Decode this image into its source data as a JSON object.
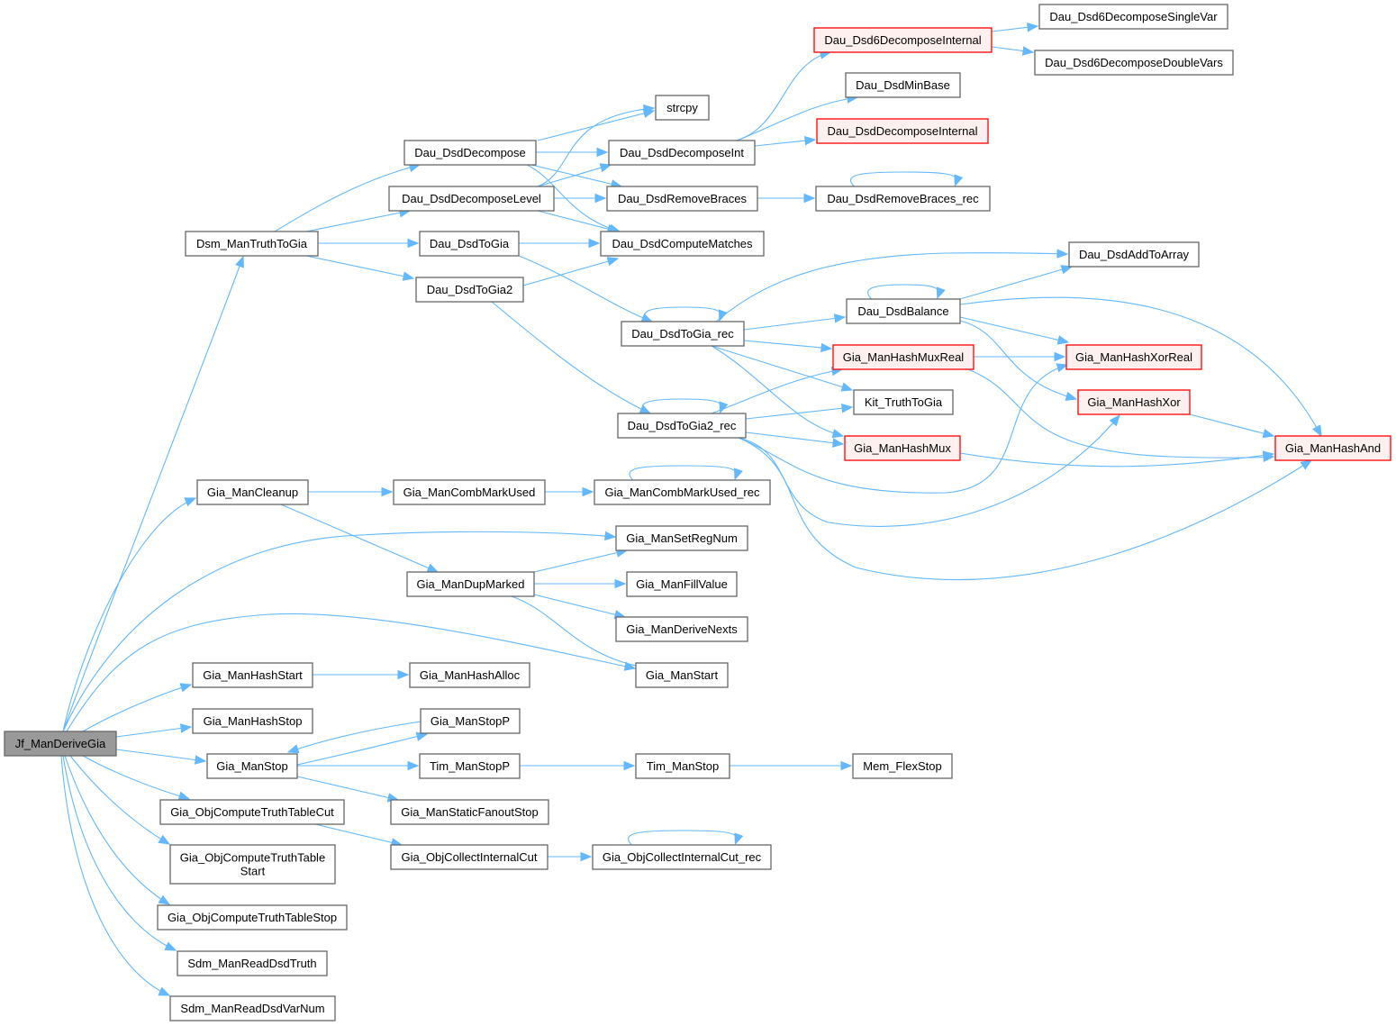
{
  "graph": {
    "type": "call-graph",
    "root": "Jf_ManDeriveGia",
    "colors": {
      "edge": "#63b8ff",
      "node_border": "#666666",
      "node_fill": "#ffffff",
      "root_fill": "#999999",
      "truncated_border": "#ff0000",
      "truncated_fill": "#fff0f0"
    },
    "nodes": [
      {
        "id": "Jf_ManDeriveGia",
        "label": [
          "Jf_ManDeriveGia"
        ],
        "style": "root"
      },
      {
        "id": "Dsm_ManTruthToGia",
        "label": [
          "Dsm_ManTruthToGia"
        ],
        "style": "normal"
      },
      {
        "id": "Gia_ManCleanup",
        "label": [
          "Gia_ManCleanup"
        ],
        "style": "normal"
      },
      {
        "id": "Gia_ManHashStart",
        "label": [
          "Gia_ManHashStart"
        ],
        "style": "normal"
      },
      {
        "id": "Gia_ManHashStop",
        "label": [
          "Gia_ManHashStop"
        ],
        "style": "normal"
      },
      {
        "id": "Gia_ManStop",
        "label": [
          "Gia_ManStop"
        ],
        "style": "normal"
      },
      {
        "id": "Gia_ObjComputeTruthTableCut",
        "label": [
          "Gia_ObjComputeTruthTableCut"
        ],
        "style": "normal"
      },
      {
        "id": "Gia_ObjComputeTruthTableStart",
        "label": [
          "Gia_ObjComputeTruthTable",
          "Start"
        ],
        "style": "normal"
      },
      {
        "id": "Gia_ObjComputeTruthTableStop",
        "label": [
          "Gia_ObjComputeTruthTableStop"
        ],
        "style": "normal"
      },
      {
        "id": "Sdm_ManReadDsdTruth",
        "label": [
          "Sdm_ManReadDsdTruth"
        ],
        "style": "normal"
      },
      {
        "id": "Sdm_ManReadDsdVarNum",
        "label": [
          "Sdm_ManReadDsdVarNum"
        ],
        "style": "normal"
      },
      {
        "id": "Dau_DsdDecompose",
        "label": [
          "Dau_DsdDecompose"
        ],
        "style": "normal"
      },
      {
        "id": "Dau_DsdDecomposeLevel",
        "label": [
          "Dau_DsdDecomposeLevel"
        ],
        "style": "normal"
      },
      {
        "id": "Dau_DsdToGia",
        "label": [
          "Dau_DsdToGia"
        ],
        "style": "normal"
      },
      {
        "id": "Dau_DsdToGia2",
        "label": [
          "Dau_DsdToGia2"
        ],
        "style": "normal"
      },
      {
        "id": "Gia_ManCombMarkUsed",
        "label": [
          "Gia_ManCombMarkUsed"
        ],
        "style": "normal"
      },
      {
        "id": "Gia_ManDupMarked",
        "label": [
          "Gia_ManDupMarked"
        ],
        "style": "normal"
      },
      {
        "id": "Gia_ManHashAlloc",
        "label": [
          "Gia_ManHashAlloc"
        ],
        "style": "normal"
      },
      {
        "id": "Gia_ManStopP",
        "label": [
          "Gia_ManStopP"
        ],
        "style": "normal"
      },
      {
        "id": "Tim_ManStopP",
        "label": [
          "Tim_ManStopP"
        ],
        "style": "normal"
      },
      {
        "id": "Gia_ManStaticFanoutStop",
        "label": [
          "Gia_ManStaticFanoutStop"
        ],
        "style": "normal"
      },
      {
        "id": "Gia_ObjCollectInternalCut",
        "label": [
          "Gia_ObjCollectInternalCut"
        ],
        "style": "normal"
      },
      {
        "id": "strcpy",
        "label": [
          "strcpy"
        ],
        "style": "normal"
      },
      {
        "id": "Dau_DsdDecomposeInt",
        "label": [
          "Dau_DsdDecomposeInt"
        ],
        "style": "normal"
      },
      {
        "id": "Dau_DsdRemoveBraces",
        "label": [
          "Dau_DsdRemoveBraces"
        ],
        "style": "normal"
      },
      {
        "id": "Dau_DsdComputeMatches",
        "label": [
          "Dau_DsdComputeMatches"
        ],
        "style": "normal"
      },
      {
        "id": "Dau_DsdToGia_rec",
        "label": [
          "Dau_DsdToGia_rec"
        ],
        "style": "normal"
      },
      {
        "id": "Dau_DsdToGia2_rec",
        "label": [
          "Dau_DsdToGia2_rec"
        ],
        "style": "normal"
      },
      {
        "id": "Gia_ManCombMarkUsed_rec",
        "label": [
          "Gia_ManCombMarkUsed_rec"
        ],
        "style": "normal"
      },
      {
        "id": "Gia_ManSetRegNum",
        "label": [
          "Gia_ManSetRegNum"
        ],
        "style": "normal"
      },
      {
        "id": "Gia_ManFillValue",
        "label": [
          "Gia_ManFillValue"
        ],
        "style": "normal"
      },
      {
        "id": "Gia_ManDeriveNexts",
        "label": [
          "Gia_ManDeriveNexts"
        ],
        "style": "normal"
      },
      {
        "id": "Gia_ManStart",
        "label": [
          "Gia_ManStart"
        ],
        "style": "normal"
      },
      {
        "id": "Tim_ManStop",
        "label": [
          "Tim_ManStop"
        ],
        "style": "normal"
      },
      {
        "id": "Gia_ObjCollectInternalCut_rec",
        "label": [
          "Gia_ObjCollectInternalCut_rec"
        ],
        "style": "normal"
      },
      {
        "id": "Dau_Dsd6DecomposeInternal",
        "label": [
          "Dau_Dsd6DecomposeInternal"
        ],
        "style": "truncated"
      },
      {
        "id": "Dau_DsdMinBase",
        "label": [
          "Dau_DsdMinBase"
        ],
        "style": "normal"
      },
      {
        "id": "Dau_DsdDecomposeInternal",
        "label": [
          "Dau_DsdDecomposeInternal"
        ],
        "style": "truncated"
      },
      {
        "id": "Dau_DsdRemoveBraces_rec",
        "label": [
          "Dau_DsdRemoveBraces_rec"
        ],
        "style": "normal"
      },
      {
        "id": "Dau_DsdBalance",
        "label": [
          "Dau_DsdBalance"
        ],
        "style": "normal"
      },
      {
        "id": "Gia_ManHashMuxReal",
        "label": [
          "Gia_ManHashMuxReal"
        ],
        "style": "truncated"
      },
      {
        "id": "Kit_TruthToGia",
        "label": [
          "Kit_TruthToGia"
        ],
        "style": "normal"
      },
      {
        "id": "Gia_ManHashMux",
        "label": [
          "Gia_ManHashMux"
        ],
        "style": "truncated"
      },
      {
        "id": "Mem_FlexStop",
        "label": [
          "Mem_FlexStop"
        ],
        "style": "normal"
      },
      {
        "id": "Dau_Dsd6DecomposeSingleVar",
        "label": [
          "Dau_Dsd6DecomposeSingleVar"
        ],
        "style": "normal"
      },
      {
        "id": "Dau_Dsd6DecomposeDoubleVars",
        "label": [
          "Dau_Dsd6DecomposeDoubleVars"
        ],
        "style": "normal"
      },
      {
        "id": "Dau_DsdAddToArray",
        "label": [
          "Dau_DsdAddToArray"
        ],
        "style": "normal"
      },
      {
        "id": "Gia_ManHashXorReal",
        "label": [
          "Gia_ManHashXorReal"
        ],
        "style": "truncated"
      },
      {
        "id": "Gia_ManHashXor",
        "label": [
          "Gia_ManHashXor"
        ],
        "style": "truncated"
      },
      {
        "id": "Gia_ManHashAnd",
        "label": [
          "Gia_ManHashAnd"
        ],
        "style": "truncated"
      }
    ],
    "edges": [
      [
        "Jf_ManDeriveGia",
        "Dsm_ManTruthToGia"
      ],
      [
        "Jf_ManDeriveGia",
        "Gia_ManCleanup"
      ],
      [
        "Jf_ManDeriveGia",
        "Gia_ManSetRegNum"
      ],
      [
        "Jf_ManDeriveGia",
        "Gia_ManStart"
      ],
      [
        "Jf_ManDeriveGia",
        "Gia_ManHashStart"
      ],
      [
        "Jf_ManDeriveGia",
        "Gia_ManHashStop"
      ],
      [
        "Jf_ManDeriveGia",
        "Gia_ManStop"
      ],
      [
        "Jf_ManDeriveGia",
        "Gia_ObjComputeTruthTableCut"
      ],
      [
        "Jf_ManDeriveGia",
        "Gia_ObjComputeTruthTableStart"
      ],
      [
        "Jf_ManDeriveGia",
        "Gia_ObjComputeTruthTableStop"
      ],
      [
        "Jf_ManDeriveGia",
        "Sdm_ManReadDsdTruth"
      ],
      [
        "Jf_ManDeriveGia",
        "Sdm_ManReadDsdVarNum"
      ],
      [
        "Dsm_ManTruthToGia",
        "Dau_DsdDecompose"
      ],
      [
        "Dsm_ManTruthToGia",
        "Dau_DsdDecomposeLevel"
      ],
      [
        "Dsm_ManTruthToGia",
        "Dau_DsdToGia"
      ],
      [
        "Dsm_ManTruthToGia",
        "Dau_DsdToGia2"
      ],
      [
        "Dau_DsdDecompose",
        "strcpy"
      ],
      [
        "Dau_DsdDecompose",
        "Dau_DsdDecomposeInt"
      ],
      [
        "Dau_DsdDecompose",
        "Dau_DsdRemoveBraces"
      ],
      [
        "Dau_DsdDecompose",
        "Dau_DsdComputeMatches"
      ],
      [
        "Dau_DsdDecomposeLevel",
        "strcpy"
      ],
      [
        "Dau_DsdDecomposeLevel",
        "Dau_DsdDecomposeInt"
      ],
      [
        "Dau_DsdDecomposeLevel",
        "Dau_DsdRemoveBraces"
      ],
      [
        "Dau_DsdDecomposeLevel",
        "Dau_DsdComputeMatches"
      ],
      [
        "Dau_DsdToGia",
        "Dau_DsdComputeMatches"
      ],
      [
        "Dau_DsdToGia",
        "Dau_DsdToGia_rec"
      ],
      [
        "Dau_DsdToGia2",
        "Dau_DsdComputeMatches"
      ],
      [
        "Dau_DsdToGia2",
        "Dau_DsdToGia2_rec"
      ],
      [
        "Dau_DsdDecomposeInt",
        "Dau_Dsd6DecomposeInternal"
      ],
      [
        "Dau_DsdDecomposeInt",
        "Dau_DsdMinBase"
      ],
      [
        "Dau_DsdDecomposeInt",
        "Dau_DsdDecomposeInternal"
      ],
      [
        "Dau_Dsd6DecomposeInternal",
        "Dau_Dsd6DecomposeSingleVar"
      ],
      [
        "Dau_Dsd6DecomposeInternal",
        "Dau_Dsd6DecomposeDoubleVars"
      ],
      [
        "Dau_DsdRemoveBraces",
        "Dau_DsdRemoveBraces_rec"
      ],
      [
        "Dau_DsdRemoveBraces_rec",
        "Dau_DsdRemoveBraces_rec"
      ],
      [
        "Dau_DsdToGia_rec",
        "Dau_DsdToGia_rec"
      ],
      [
        "Dau_DsdToGia_rec",
        "Dau_DsdAddToArray"
      ],
      [
        "Dau_DsdToGia_rec",
        "Dau_DsdBalance"
      ],
      [
        "Dau_DsdToGia_rec",
        "Gia_ManHashMuxReal"
      ],
      [
        "Dau_DsdToGia_rec",
        "Kit_TruthToGia"
      ],
      [
        "Dau_DsdToGia_rec",
        "Gia_ManHashMux"
      ],
      [
        "Dau_DsdToGia2_rec",
        "Dau_DsdToGia2_rec"
      ],
      [
        "Dau_DsdToGia2_rec",
        "Gia_ManHashMuxReal"
      ],
      [
        "Dau_DsdToGia2_rec",
        "Kit_TruthToGia"
      ],
      [
        "Dau_DsdToGia2_rec",
        "Gia_ManHashMux"
      ],
      [
        "Dau_DsdToGia2_rec",
        "Gia_ManHashXorReal"
      ],
      [
        "Dau_DsdToGia2_rec",
        "Gia_ManHashXor"
      ],
      [
        "Dau_DsdToGia2_rec",
        "Gia_ManHashAnd"
      ],
      [
        "Dau_DsdBalance",
        "Dau_DsdBalance"
      ],
      [
        "Dau_DsdBalance",
        "Dau_DsdAddToArray"
      ],
      [
        "Dau_DsdBalance",
        "Gia_ManHashXorReal"
      ],
      [
        "Dau_DsdBalance",
        "Gia_ManHashXor"
      ],
      [
        "Dau_DsdBalance",
        "Gia_ManHashAnd"
      ],
      [
        "Gia_ManHashMuxReal",
        "Gia_ManHashXorReal"
      ],
      [
        "Gia_ManHashMuxReal",
        "Gia_ManHashAnd"
      ],
      [
        "Gia_ManHashMux",
        "Gia_ManHashAnd"
      ],
      [
        "Gia_ManHashXor",
        "Gia_ManHashAnd"
      ],
      [
        "Gia_ManCleanup",
        "Gia_ManCombMarkUsed"
      ],
      [
        "Gia_ManCleanup",
        "Gia_ManDupMarked"
      ],
      [
        "Gia_ManCombMarkUsed",
        "Gia_ManCombMarkUsed_rec"
      ],
      [
        "Gia_ManCombMarkUsed_rec",
        "Gia_ManCombMarkUsed_rec"
      ],
      [
        "Gia_ManDupMarked",
        "Gia_ManSetRegNum"
      ],
      [
        "Gia_ManDupMarked",
        "Gia_ManFillValue"
      ],
      [
        "Gia_ManDupMarked",
        "Gia_ManDeriveNexts"
      ],
      [
        "Gia_ManDupMarked",
        "Gia_ManStart"
      ],
      [
        "Gia_ManHashStart",
        "Gia_ManHashAlloc"
      ],
      [
        "Gia_ManStop",
        "Gia_ManStopP"
      ],
      [
        "Gia_ManStopP",
        "Gia_ManStop"
      ],
      [
        "Gia_ManStop",
        "Tim_ManStopP"
      ],
      [
        "Gia_ManStop",
        "Gia_ManStaticFanoutStop"
      ],
      [
        "Tim_ManStopP",
        "Tim_ManStop"
      ],
      [
        "Tim_ManStop",
        "Mem_FlexStop"
      ],
      [
        "Gia_ObjComputeTruthTableCut",
        "Gia_ObjCollectInternalCut"
      ],
      [
        "Gia_ObjCollectInternalCut",
        "Gia_ObjCollectInternalCut_rec"
      ],
      [
        "Gia_ObjCollectInternalCut_rec",
        "Gia_ObjCollectInternalCut_rec"
      ]
    ]
  }
}
